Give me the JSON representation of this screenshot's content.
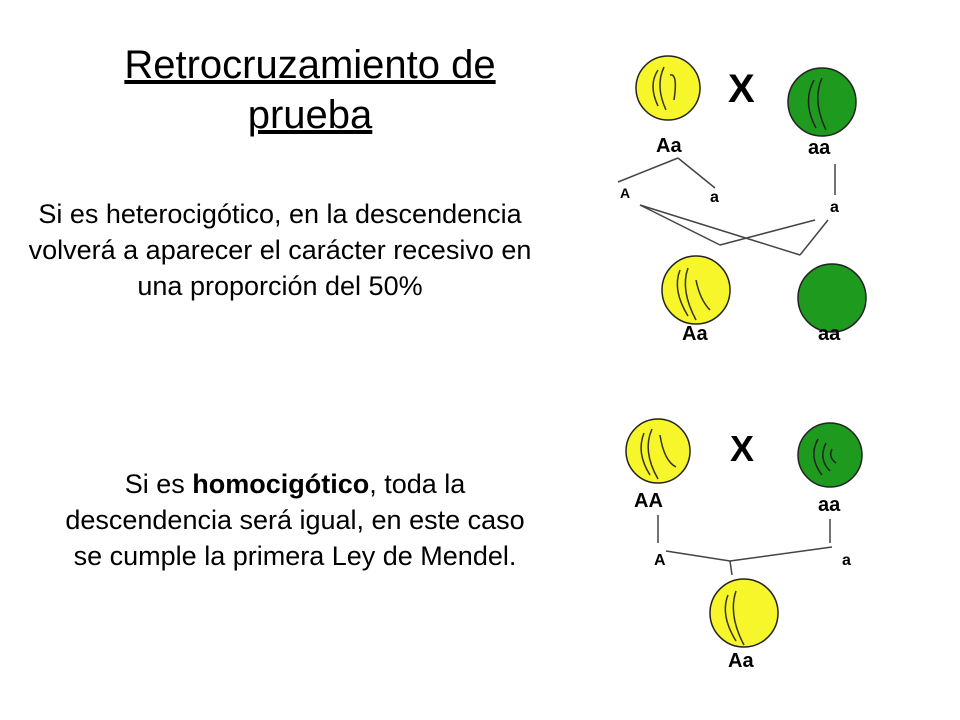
{
  "slide": {
    "title": "Retrocruzamiento de prueba",
    "para1": "Si es heterocigótico, en la descendencia volverá a aparecer el carácter recesivo en una proporción del 50%",
    "para2_prefix": "Si es ",
    "para2_bold": "homocigótico",
    "para2_suffix": ", toda la descendencia será igual, en este caso se cumple la primera Ley de Mendel."
  },
  "colors": {
    "dominant": "#f6f62a",
    "recessive": "#1e9a1e",
    "outline": "#222222"
  },
  "diagram_top": {
    "cross_symbol": "X",
    "parent1_label": "Aa",
    "parent2_label": "aa",
    "gamete_A": "A",
    "gamete_a1": "a",
    "gamete_a2": "a",
    "child1_label": "Aa",
    "child2_label": "aa"
  },
  "diagram_bottom": {
    "cross_symbol": "X",
    "parent1_label": "AA",
    "parent2_label": "aa",
    "gamete_A": "A",
    "gamete_a": "a",
    "child_label": "Aa"
  }
}
